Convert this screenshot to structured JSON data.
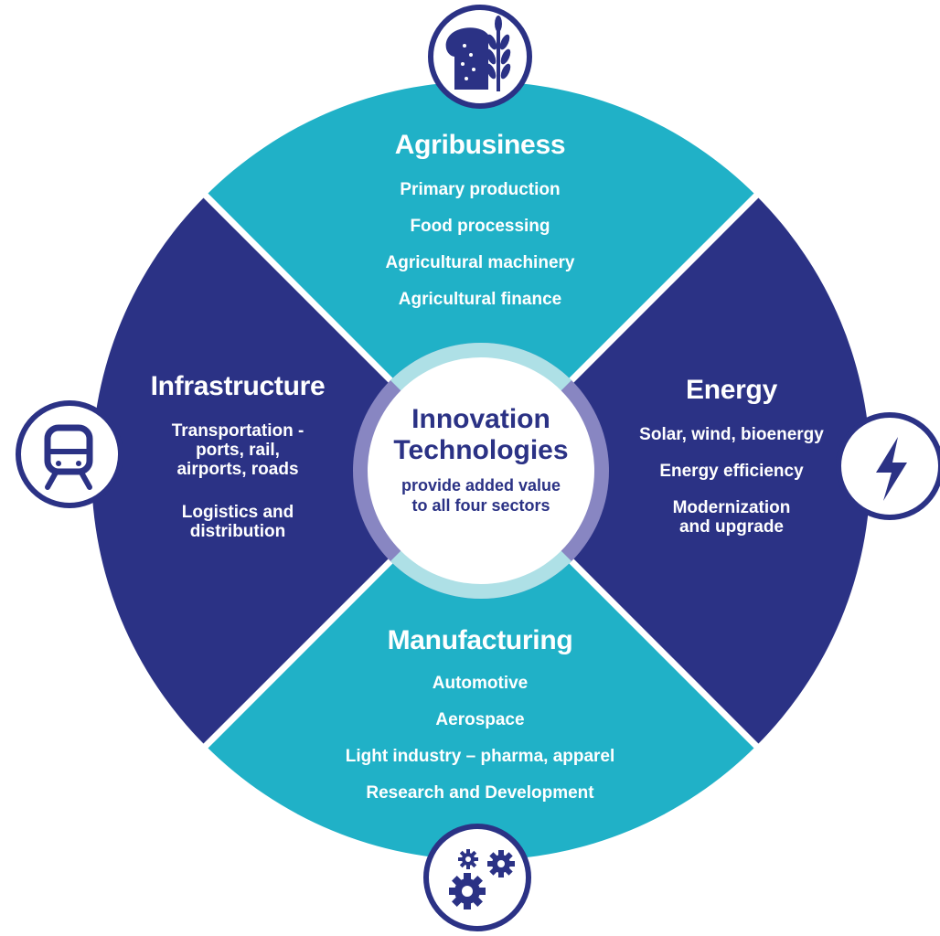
{
  "colors": {
    "teal": "#20b1c7",
    "navy": "#2b3285",
    "separator": "#ffffff",
    "ring": "#8886c2",
    "ring_highlight": "#aee0e6",
    "center": "#ffffff"
  },
  "center": {
    "title_line1": "Innovation",
    "title_line2": "Technologies",
    "sub_line1": "provide added value",
    "sub_line2": "to all four sectors"
  },
  "sectors": {
    "agribusiness": {
      "title": "Agribusiness",
      "icon": "bread-wheat-icon",
      "items": [
        "Primary production",
        "Food processing",
        "Agricultural machinery",
        "Agricultural finance"
      ]
    },
    "energy": {
      "title": "Energy",
      "icon": "lightning-bolt-icon",
      "items": [
        "Solar, wind, bioenergy",
        "Energy efficiency"
      ],
      "item3_line1": "Modernization",
      "item3_line2": "and upgrade"
    },
    "manufacturing": {
      "title": "Manufacturing",
      "icon": "gears-icon",
      "items": [
        "Automotive",
        "Aerospace",
        "Light industry – pharma, apparel",
        "Research and Development"
      ]
    },
    "infrastructure": {
      "title": "Infrastructure",
      "icon": "train-icon",
      "item1_line1": "Transportation -",
      "item1_line2": "ports, rail,",
      "item1_line3": "airports, roads",
      "item2_line1": "Logistics and",
      "item2_line2": "distribution"
    }
  }
}
